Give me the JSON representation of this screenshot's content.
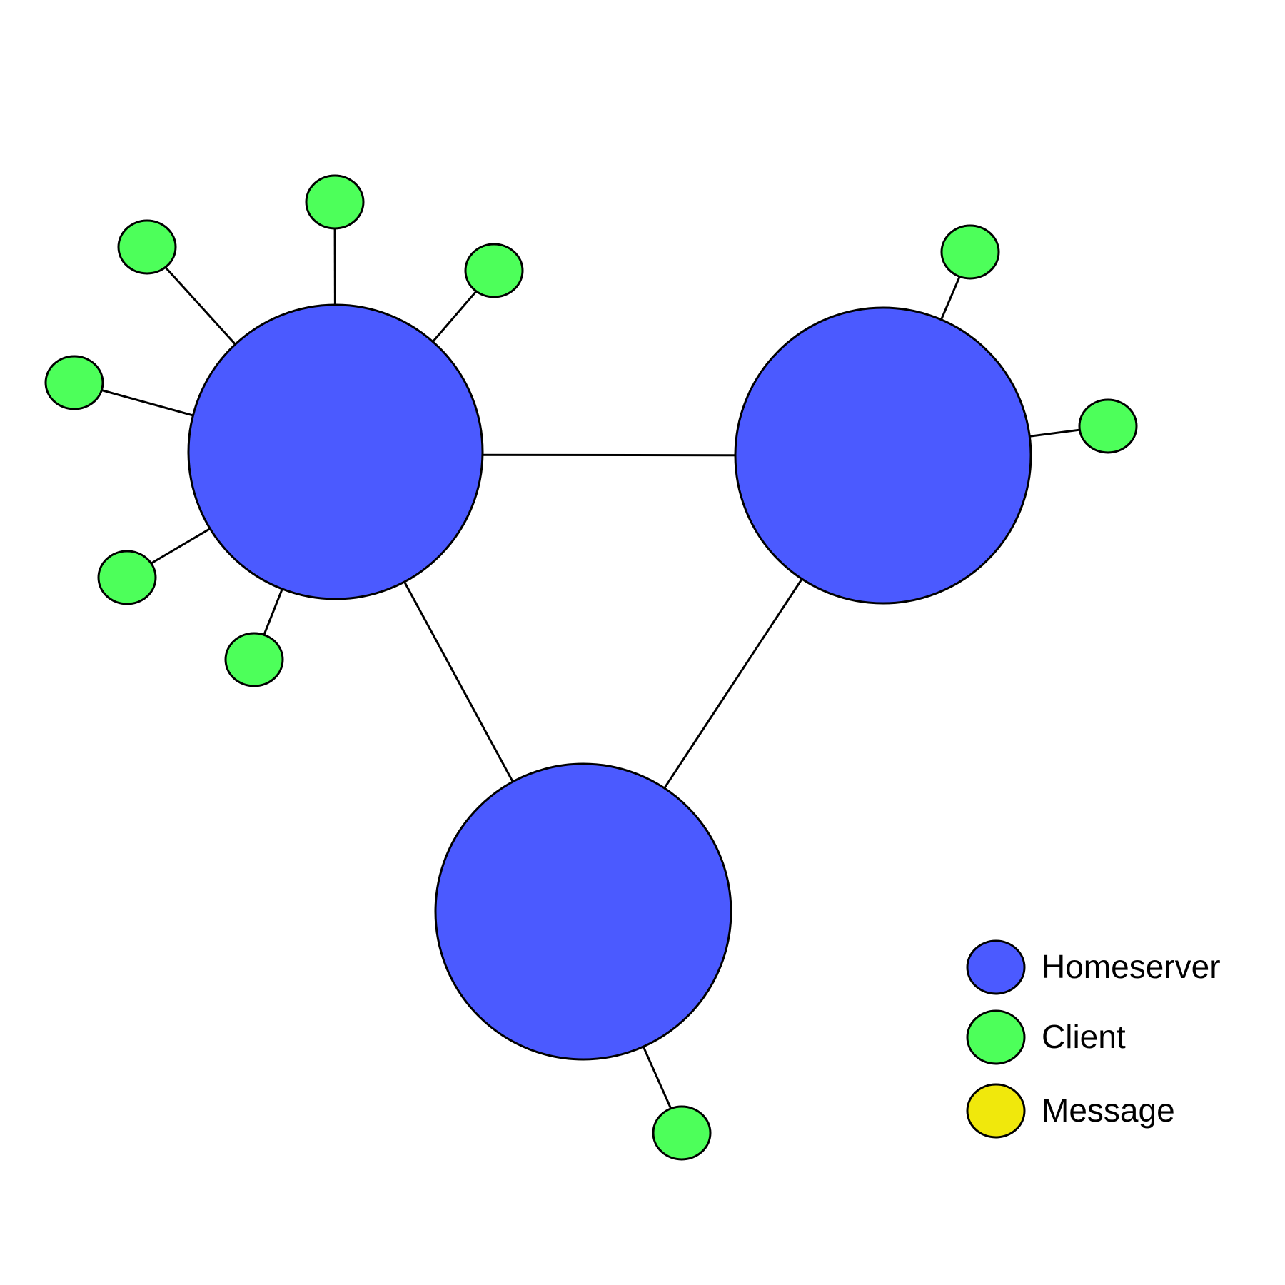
{
  "colors": {
    "homeserver": "#4b5aff",
    "client": "#4dff5a",
    "message": "#f0e80c",
    "stroke": "#000000",
    "background": "#ffffff"
  },
  "network": {
    "homeservers": [
      "hs-a",
      "hs-b",
      "hs-c"
    ],
    "clients": [
      {
        "id": "c1",
        "homeserver": "hs-a"
      },
      {
        "id": "c2",
        "homeserver": "hs-a"
      },
      {
        "id": "c3",
        "homeserver": "hs-a"
      },
      {
        "id": "c4",
        "homeserver": "hs-a"
      },
      {
        "id": "c5",
        "homeserver": "hs-a"
      },
      {
        "id": "c6",
        "homeserver": "hs-a"
      },
      {
        "id": "c7",
        "homeserver": "hs-b"
      },
      {
        "id": "c8",
        "homeserver": "hs-b"
      },
      {
        "id": "c9",
        "homeserver": "hs-c"
      }
    ],
    "server_links": [
      [
        "hs-a",
        "hs-b"
      ],
      [
        "hs-a",
        "hs-c"
      ],
      [
        "hs-b",
        "hs-c"
      ]
    ]
  },
  "legend": {
    "homeserver_label": "Homeserver",
    "client_label": "Client",
    "message_label": "Message"
  }
}
